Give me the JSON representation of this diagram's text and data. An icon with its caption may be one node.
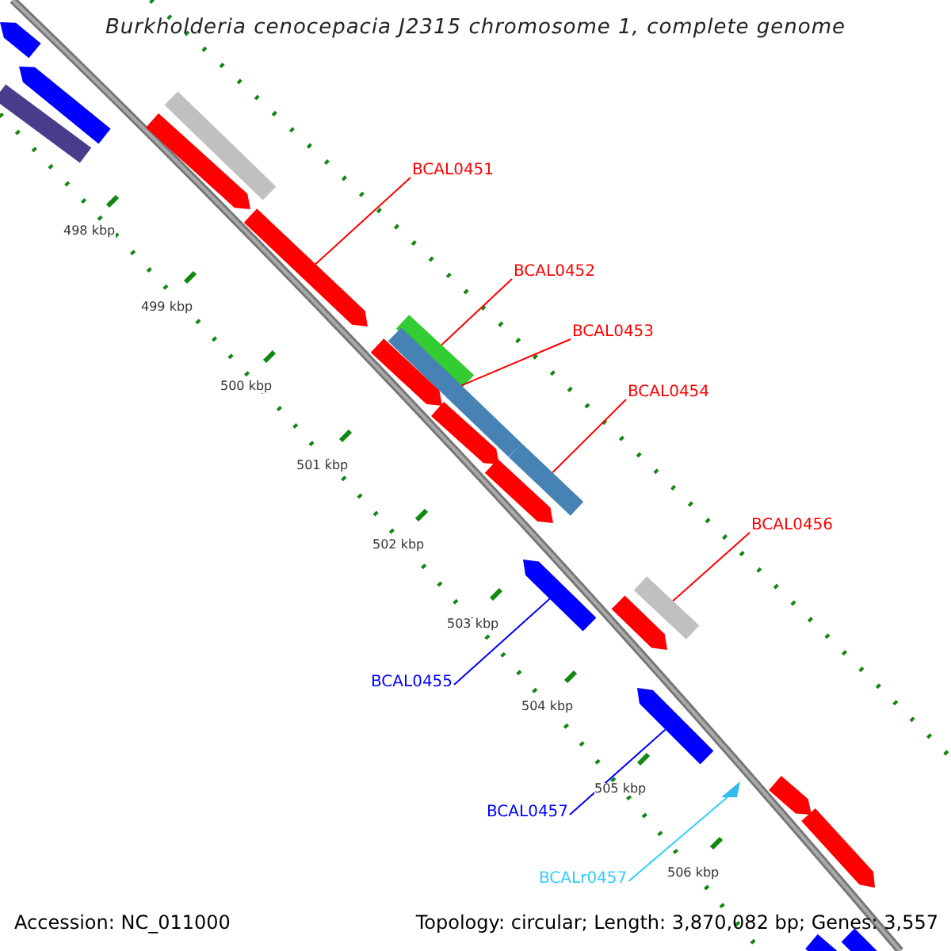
{
  "diagram": {
    "title": "Burkholderia cenocepacia J2315 chromosome 1, complete genome",
    "nodes": [
      {
        "text": [
          "BCAL0451"
        ]
      },
      {
        "text": [
          "BCAL0452"
        ]
      },
      {
        "text": [
          "BCAL0453"
        ]
      },
      {
        "text": [
          "BCAL0454"
        ]
      },
      {
        "text": [
          "BCAL0456"
        ]
      },
      {
        "text": [
          "BCAL0455"
        ]
      },
      {
        "text": [
          "BCAL0457"
        ]
      },
      {
        "text": [
          "BCALr0457"
        ]
      },
      {
        "text": [],
        "shape": "bar"
      },
      {
        "text": [],
        "shape": "bar"
      },
      {
        "text": [],
        "shape": "bar"
      },
      {
        "text": [],
        "shape": "bar"
      },
      {
        "text": [],
        "shape": "bar"
      },
      {
        "text": [],
        "shape": "bar"
      },
      {
        "text": [],
        "shape": "bar"
      },
      {
        "text": [],
        "shape": "triangle"
      }
    ],
    "edges": [
      {
        "from": 0,
        "to": 8,
        "arrow": "none"
      },
      {
        "from": 1,
        "to": 9,
        "arrow": "none"
      },
      {
        "from": 2,
        "to": 10,
        "arrow": "none"
      },
      {
        "from": 3,
        "to": 11,
        "arrow": "none"
      },
      {
        "from": 4,
        "to": 12,
        "arrow": "none"
      },
      {
        "from": 5,
        "to": 13,
        "arrow": "none",
        "color": "#0000ff"
      },
      {
        "from": 6,
        "to": 14,
        "arrow": "none",
        "color": "#0000ff"
      },
      {
        "from": 7,
        "to": 15,
        "arrow": "none",
        "color": "#33ccff"
      }
    ],
    "labels": [
      "498 kbp",
      "499 kbp",
      "500 kbp",
      "501 kbp",
      "502 kbp",
      "503 kbp",
      "504 kbp",
      "505 kbp",
      "506 kbp",
      "Accession: NC_011000",
      "Topology: circular; Length: 3,870,082 bp; Genes: 3,557"
    ]
  }
}
